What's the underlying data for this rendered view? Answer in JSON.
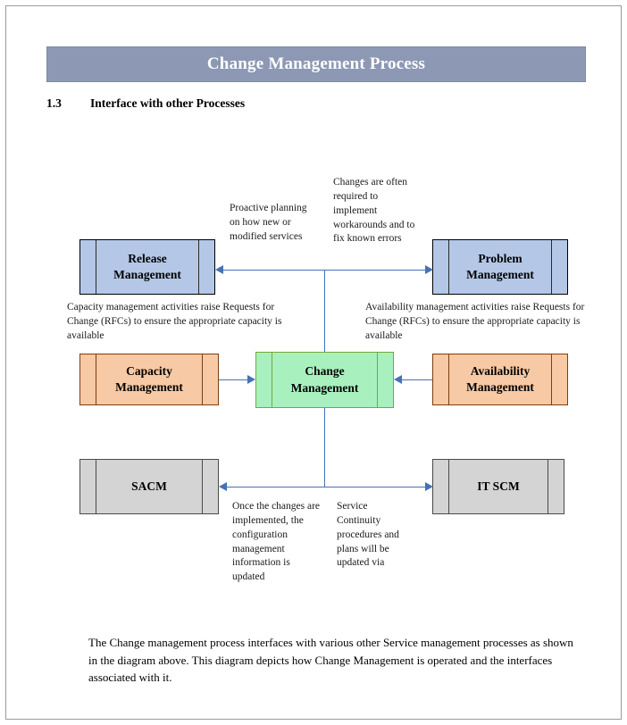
{
  "document": {
    "title": "Change Management Process",
    "section": {
      "number": "1.3",
      "heading": "Interface with other Processes"
    },
    "closing_paragraph": "The Change management process interfaces with various other Service management processes as shown in the diagram above. This diagram depicts how Change Management is operated and the interfaces associated with it."
  },
  "colors": {
    "banner_background": "#8c98b4",
    "banner_text": "#ffffff",
    "box_blue": "#b4c7e7",
    "box_green": "#a9f0bf",
    "box_peach": "#f7c9a4",
    "box_gray": "#d4d4d4",
    "connector": "#4472b4",
    "green_border": "#76a83c",
    "peach_border": "#7b3f12",
    "gray_border": "#4a4a4a"
  },
  "diagram": {
    "nodes": {
      "release": "Release\nManagement",
      "problem": "Problem\nManagement",
      "capacity": "Capacity\nManagement",
      "change": "Change\nManagement",
      "availability": "Availability\nManagement",
      "sacm": "SACM",
      "itscm": "IT SCM"
    },
    "annotations": {
      "proactive_planning": "Proactive planning on how new or modified services",
      "changes_required": "Changes are often required to implement workarounds and to fix known errors",
      "capacity_note": "Capacity management activities raise Requests for Change (RFCs) to ensure the appropriate capacity is available",
      "availability_note": "Availability management activities raise Requests for Change (RFCs) to ensure the appropriate capacity is available",
      "sacm_note": "Once the changes are implemented, the configuration management information is updated",
      "itscm_note": "Service Continuity procedures and plans will be updated via"
    }
  }
}
